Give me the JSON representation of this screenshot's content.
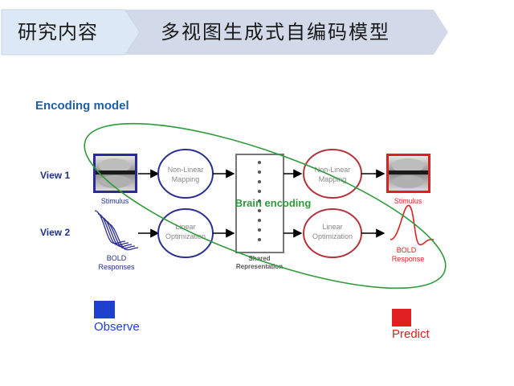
{
  "header": {
    "section": "研究内容",
    "title": "多视图生成式自编码模型"
  },
  "diagram": {
    "heading": "Encoding model",
    "view1_label": "View 1",
    "view2_label": "View 2",
    "stimulus_label": "Stimulus",
    "bold_label_line1": "BOLD",
    "bold_label_line2": "Responses",
    "mapping_line1": "Non-Linear",
    "mapping_line2": "Mapping",
    "optim_line1": "Linear",
    "optim_line2": "Optimization",
    "shared_line1": "Shared",
    "shared_line2": "Representation",
    "out_stimulus_label": "Stimulus",
    "out_bold_line1": "BOLD",
    "out_bold_line2": "Response",
    "brain_encoding": "Brain encoding",
    "observe_label": "Observe",
    "predict_label": "Predict"
  },
  "colors": {
    "header_left_fill": "#dde8f6",
    "header_right_fill": "#d2d9e9",
    "heading": "#1f5fa8",
    "view_label": "#1e2f8c",
    "blue_ellipse": "#2b2f92",
    "red_ellipse": "#b4333a",
    "green_ellipse": "#2f9a3a",
    "observe": "#1f3fcf",
    "predict": "#e02020"
  },
  "icons": [
    "brain-scan-icon",
    "bold-waveform-icon",
    "shared-box-icon"
  ]
}
